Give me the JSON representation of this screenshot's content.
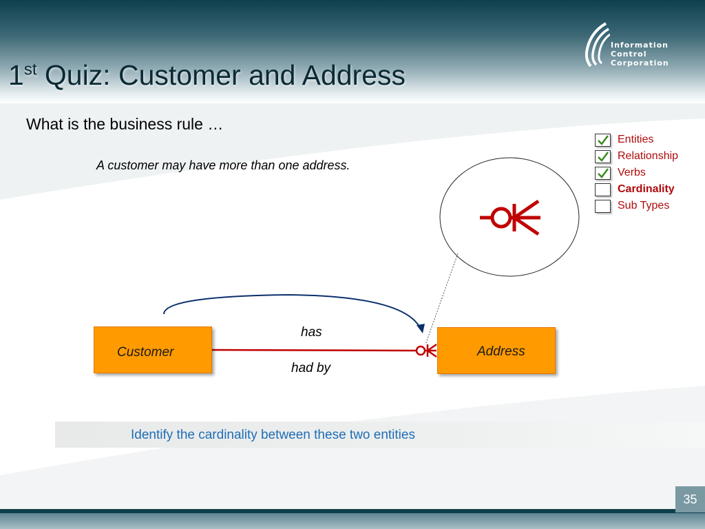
{
  "slide": {
    "title_main": "1",
    "title_sup": "st",
    "title_rest": " Quiz: Customer and Address",
    "question": "What is the business rule …",
    "rule": "A customer may have more than one address.",
    "instruction": "Identify the cardinality between these two entities",
    "page_number": "35"
  },
  "logo": {
    "line1": "Information",
    "line2": "Control",
    "line3": "Corporation"
  },
  "checklist": [
    {
      "label": "Entities",
      "checked": true,
      "bold": false
    },
    {
      "label": "Relationship",
      "checked": true,
      "bold": false
    },
    {
      "label": "Verbs",
      "checked": true,
      "bold": false
    },
    {
      "label": "Cardinality",
      "checked": false,
      "bold": true
    },
    {
      "label": "Sub Types",
      "checked": false,
      "bold": false
    }
  ],
  "diagram": {
    "entity_left": "Customer",
    "entity_right": "Address",
    "verb_top": "has",
    "verb_bottom": "had by"
  },
  "colors": {
    "header_dark": "#0e3f4d",
    "entity_fill": "#ff9a00",
    "relationship_line": "#c00000",
    "checklist_text": "#b00a0a",
    "check_mark": "#3a8a1f",
    "instruction_text": "#1f6db5",
    "arrow": "#0b2f6b"
  }
}
